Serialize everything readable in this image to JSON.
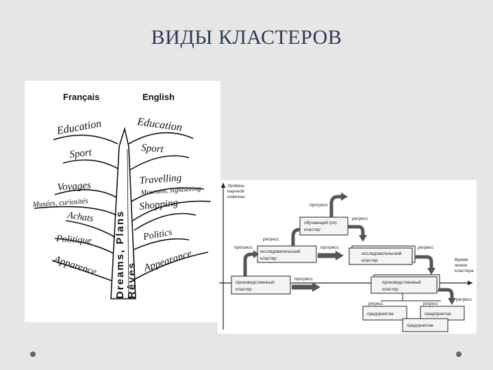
{
  "slide": {
    "title": "ВИДЫ КЛАСТЕРОВ"
  },
  "tree_diagram": {
    "header_left": "Français",
    "header_right": "English",
    "trunk_left": "Dreams, Plans",
    "trunk_right": "Rêves",
    "left_branches": [
      "Education",
      "Sport",
      "Voyages",
      "Musées, curiosités",
      "Achats",
      "Politique",
      "Apparence"
    ],
    "right_branches": [
      "Education",
      "Sport",
      "Travelling",
      "Museums, sightseeing",
      "Shopping",
      "Politics",
      "Appearance"
    ]
  },
  "cluster_diagram": {
    "y_axis_label": [
      "Уровень",
      "научной",
      "новизны"
    ],
    "x_axis_label": [
      "Время",
      "жизни",
      "кластера"
    ],
    "progress_label": "прогресс",
    "regress_label": "регресс",
    "boxes": {
      "educational": [
        "обучающий (ся)",
        "кластер"
      ],
      "research_left": [
        "исследовательский",
        "кластер"
      ],
      "research_right": [
        "исследовательский",
        "кластер"
      ],
      "production_left": [
        "производственный",
        "кластер"
      ],
      "production_right": [
        "производственный",
        "кластер"
      ],
      "enterprise_1": "предприятие",
      "enterprise_2": "предприятие",
      "enterprise_3": "предприятие"
    }
  }
}
